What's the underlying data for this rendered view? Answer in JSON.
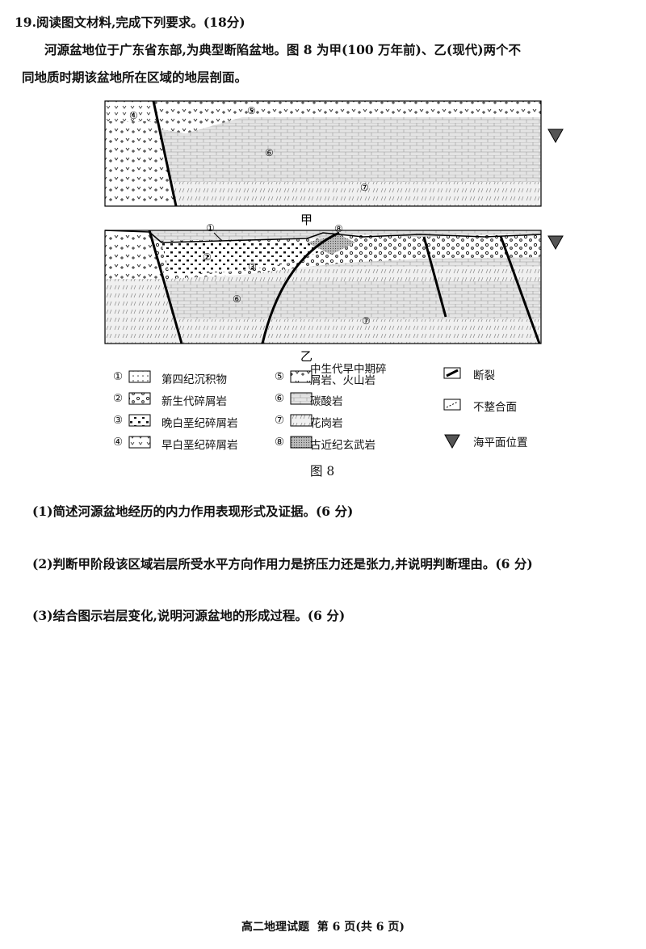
{
  "question": {
    "title": "19.阅读图文材料,完成下列要求。(18分)",
    "intro_line1": "河源盆地位于广东省东部,为典型断陷盆地。图 8 为甲(100 万年前)、乙(现代)两个不",
    "intro_line2": "同地质时期该盆地所在区域的地层剖面。"
  },
  "figure": {
    "panel_a_label": "甲",
    "panel_b_label": "乙",
    "caption": "图 8",
    "markers": [
      "①",
      "②",
      "③",
      "④",
      "⑤",
      "⑥",
      "⑦",
      "⑧"
    ],
    "legend": [
      {
        "num": "①",
        "label": "第四纪沉积物"
      },
      {
        "num": "②",
        "label": "新生代碎屑岩"
      },
      {
        "num": "③",
        "label": "晚白垩纪碎屑岩"
      },
      {
        "num": "④",
        "label": "早白垩纪碎屑岩"
      },
      {
        "num": "⑤",
        "label": "中生代早中期碎",
        "label2": "屑岩、火山岩"
      },
      {
        "num": "⑥",
        "label": "碳酸岩"
      },
      {
        "num": "⑦",
        "label": "花岗岩"
      },
      {
        "num": "⑧",
        "label": "古近纪玄武岩"
      }
    ],
    "legend_symbols": [
      {
        "icon": "fault-icon",
        "label": "断裂"
      },
      {
        "icon": "unconformity-icon",
        "label": "不整合面"
      },
      {
        "icon": "sea-level-triangle-icon",
        "label": "海平面位置"
      }
    ]
  },
  "subquestions": [
    "(1)简述河源盆地经历的内力作用表现形式及证据。(6 分)",
    "(2)判断甲阶段该区域岩层所受水平方向作用力是挤压力还是张力,并说明判断理由。(6 分)",
    "(3)结合图示岩层变化,说明河源盆地的形成过程。(6 分)"
  ],
  "footer": "高二地理试题  第 6 页(共 6 页)"
}
